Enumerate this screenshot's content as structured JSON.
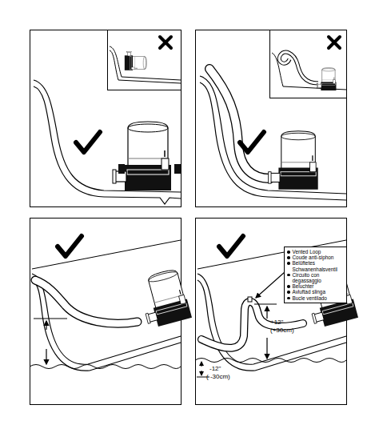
{
  "diagram": {
    "nodes": [
      {
        "text": [
          "Vented Loop",
          "Coude anti-siphon",
          "Belüftetes Schwanenhalsventil",
          "Circuito con degassaggio",
          "Beluchter",
          "Avluftad slinga",
          "Bucle ventilado"
        ]
      }
    ],
    "labels": [
      "+12\"",
      "(+30cm)",
      "-12\"",
      "( -30cm)"
    ]
  }
}
